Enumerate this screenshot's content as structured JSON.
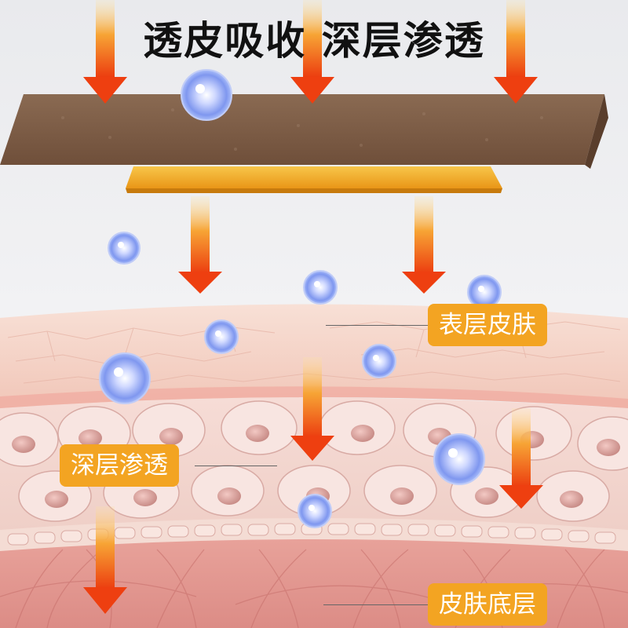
{
  "title": "透皮吸收 深层渗透",
  "labels": {
    "epidermis": "表层皮肤",
    "deep": "深层渗透",
    "base": "皮肤底层"
  },
  "colors": {
    "label_bg": "#f3a422",
    "arrow": "#f04a12",
    "patch": "#7b5a44",
    "gel": "#f2ad2a"
  }
}
